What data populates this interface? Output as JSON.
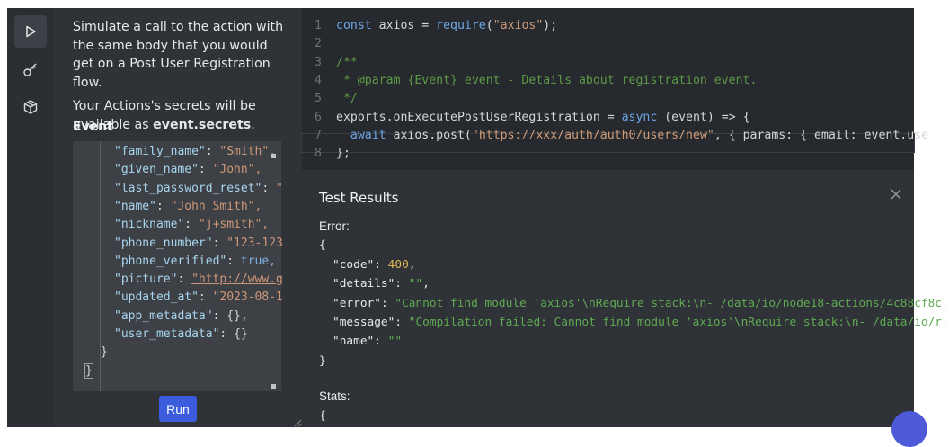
{
  "rail": {
    "items": [
      {
        "name": "run-panel",
        "icon": "play-icon"
      },
      {
        "name": "secrets-panel",
        "icon": "key-icon"
      },
      {
        "name": "dependencies-panel",
        "icon": "package-icon"
      }
    ]
  },
  "side": {
    "description": "Simulate a call to the action with the same body that you would get on a Post User Registration flow.",
    "secrets_prefix": "Your Actions's secrets will be available as ",
    "secrets_name": "event.secrets",
    "secrets_suffix": ".",
    "event_label": "Event",
    "event_json": [
      {
        "key": "\"family_name\"",
        "value": "\"Smith\","
      },
      {
        "key": "\"given_name\"",
        "value": "\"John\","
      },
      {
        "key": "\"last_password_reset\"",
        "value": "\""
      },
      {
        "key": "\"name\"",
        "value": "\"John Smith\","
      },
      {
        "key": "\"nickname\"",
        "value": "\"j+smith\","
      },
      {
        "key": "\"phone_number\"",
        "value": "\"123-123"
      },
      {
        "key": "\"phone_verified\"",
        "value": "true,"
      },
      {
        "key": "\"picture\"",
        "value": "\"http://www.g"
      },
      {
        "key": "\"updated_at\"",
        "value": "\"2023-08-1"
      },
      {
        "key": "\"app_metadata\"",
        "value": "{},"
      },
      {
        "key": "\"user_metadata\"",
        "value": "{}"
      }
    ],
    "close_inner": "}",
    "close_outer": "}",
    "run_label": "Run"
  },
  "code": {
    "lines": [
      {
        "n": "1",
        "text": "const axios = require(\"axios\");"
      },
      {
        "n": "2",
        "text": ""
      },
      {
        "n": "3",
        "text": "/**"
      },
      {
        "n": "4",
        "text": " * @param {Event} event - Details about registration event."
      },
      {
        "n": "5",
        "text": " */"
      },
      {
        "n": "6",
        "text": "exports.onExecutePostUserRegistration = async (event) => {"
      },
      {
        "n": "7",
        "text": "  await axios.post(\"https://xxx/auth/auth0/users/new\", { params: { email: event.use"
      },
      {
        "n": "8",
        "text": "};"
      }
    ]
  },
  "results": {
    "title": "Test Results",
    "error_label": "Error:",
    "open_brace": "{",
    "entries": [
      {
        "key": "\"code\"",
        "value": "400",
        "kind": "num"
      },
      {
        "key": "\"details\"",
        "value": "\"\"",
        "kind": "str"
      },
      {
        "key": "\"error\"",
        "value": "\"Cannot find module 'axios'\\nRequire stack:\\n- /data/io/node18-actions/4c88cf8c",
        "kind": "str"
      },
      {
        "key": "\"message\"",
        "value": "\"Compilation failed: Cannot find module 'axios'\\nRequire stack:\\n- /data/io/r",
        "kind": "str"
      },
      {
        "key": "\"name\"",
        "value": "\"\"",
        "kind": "str"
      }
    ],
    "close_brace": "}",
    "stats_label": "Stats:",
    "stats_open": "{"
  },
  "colors": {
    "accent": "#3b5cdc",
    "keyword": "#6ea6e6",
    "comment": "#5d9a47",
    "string": "#cf9b78"
  }
}
